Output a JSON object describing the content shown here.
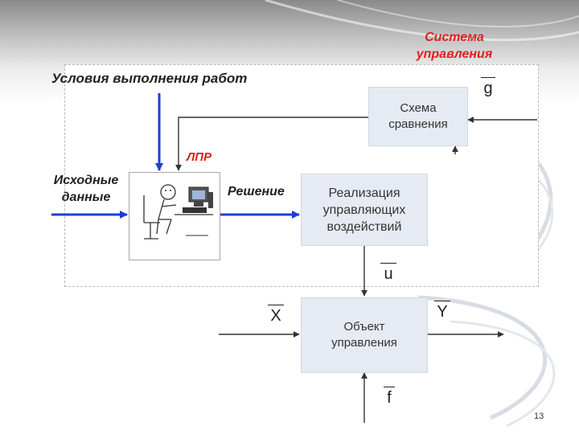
{
  "labels": {
    "control_system_line1": "Система",
    "control_system_line2": "управления",
    "work_conditions": "Условия выполнения работ",
    "lpr": "ЛПР",
    "source_data_line1": "Исходные",
    "source_data_line2": "данные",
    "decision": "Решение"
  },
  "blocks": {
    "compare_line1": "Схема",
    "compare_line2": "сравнения",
    "impl_line1": "Реализация",
    "impl_line2": "управляющих",
    "impl_line3": "воздействий",
    "object_line1": "Объект",
    "object_line2": "управления"
  },
  "variables": {
    "g": "g",
    "u": "u",
    "x": "X",
    "y": "Y",
    "f": "f"
  },
  "page_number": "13",
  "colors": {
    "title_red": "#e02020",
    "input_arrow_blue": "#1c3fd6",
    "block_fill": "#e6ebf3",
    "line": "#333333"
  }
}
